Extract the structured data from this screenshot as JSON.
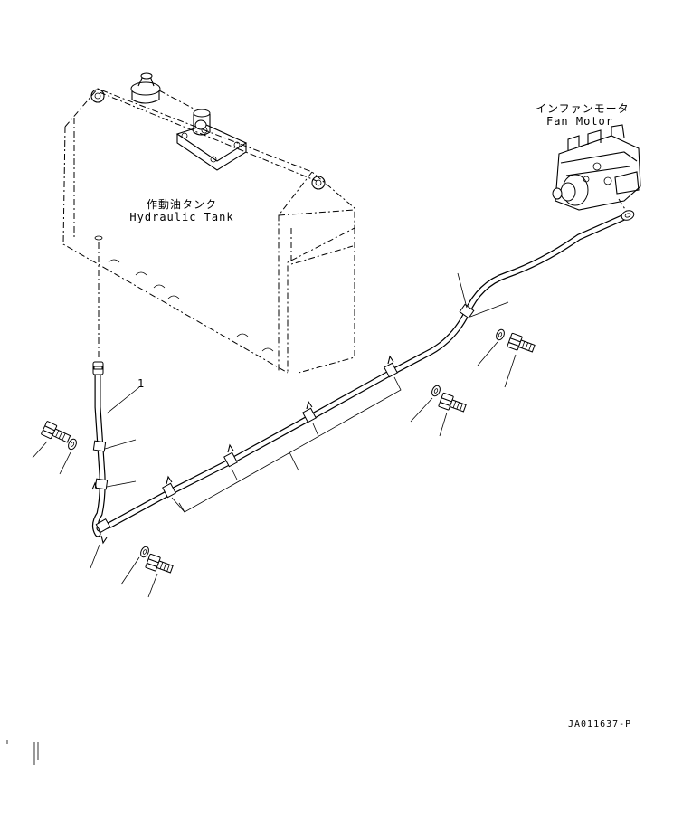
{
  "labels": {
    "tank_jp": "作動油タンク",
    "tank_en": "Hydraulic Tank",
    "motor_jp": "インファンモータ",
    "motor_en": "Fan Motor",
    "callout_1": "1",
    "drawing_id": "JA011637-P"
  }
}
